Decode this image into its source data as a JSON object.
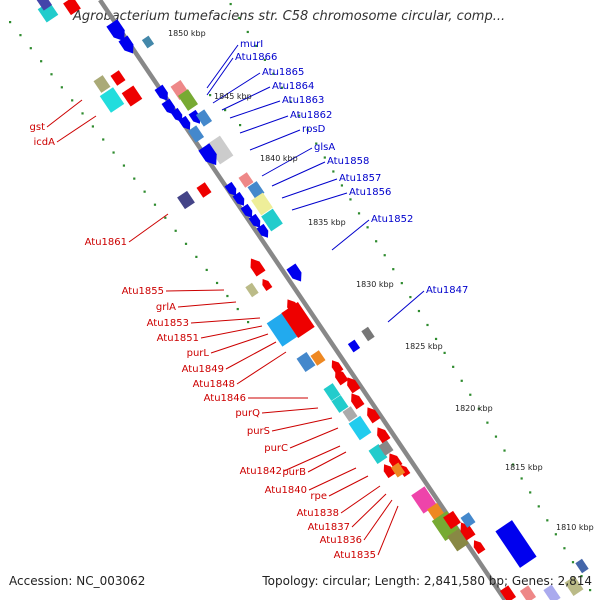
{
  "title": "Agrobacterium tumefaciens str. C58 chromosome circular, comp...",
  "footer": {
    "accession": "Accession: NC_003062",
    "topology": "Topology: circular; Length: 2,841,580 bp; Genes: 2,814"
  },
  "ticks": [
    "1850 kbp",
    "1845 kbp",
    "1840 kbp",
    "1835 kbp",
    "1830 kbp",
    "1825 kbp",
    "1820 kbp",
    "1815 kbp",
    "1810 kbp"
  ],
  "forward_labels": [
    "murI",
    "Atu1866",
    "Atu1865",
    "Atu1864",
    "Atu1863",
    "Atu1862",
    "rpsD",
    "glsA",
    "Atu1858",
    "Atu1857",
    "Atu1856",
    "Atu1852",
    "Atu1847"
  ],
  "reverse_labels": [
    "gst",
    "icdA",
    "Atu1861",
    "Atu1855",
    "grlA",
    "Atu1853",
    "Atu1851",
    "purL",
    "Atu1849",
    "Atu1848",
    "Atu1846",
    "purQ",
    "purS",
    "purC",
    "Atu1842",
    "purB",
    "Atu1840",
    "rpe",
    "Atu1838",
    "Atu1837",
    "Atu1836",
    "Atu1835"
  ],
  "colors": {
    "forward_label": "#0000cc",
    "reverse_label": "#cc0000",
    "backbone": "#888888",
    "tick_dots": "#2e8b2e",
    "forward_gene": "#0000ee",
    "reverse_gene": "#ee0000"
  }
}
